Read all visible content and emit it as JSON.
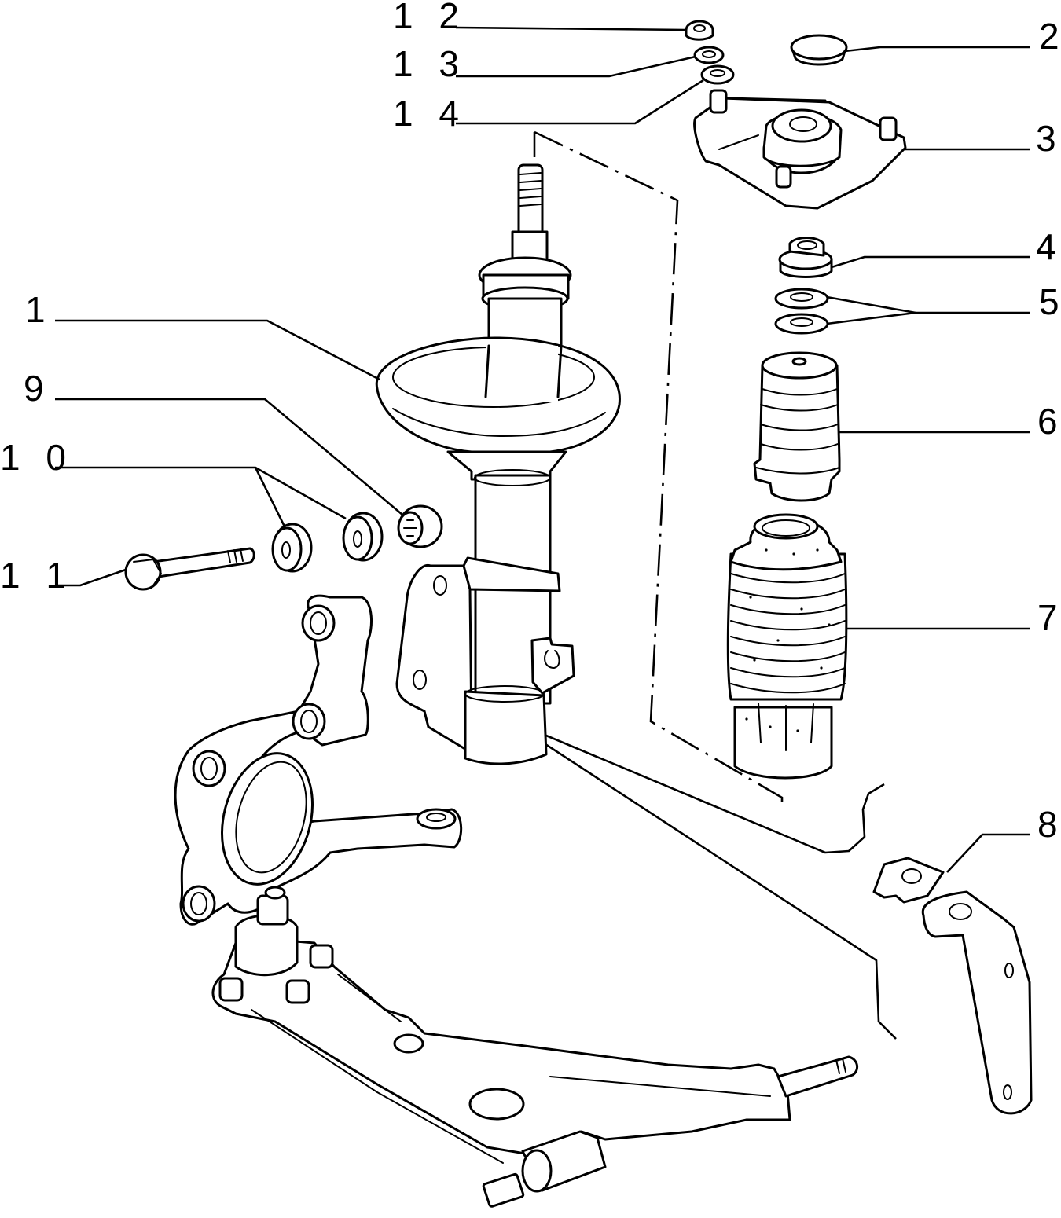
{
  "diagram": {
    "subject": "Front suspension strut assembly (exploded view)",
    "colors": {
      "line": "#000000",
      "background": "#ffffff"
    },
    "callouts": [
      {
        "id": "1",
        "label": "1",
        "part": "shock-absorber-strut"
      },
      {
        "id": "2",
        "label": "2",
        "part": "dust-cap"
      },
      {
        "id": "3",
        "label": "3",
        "part": "strut-top-mount"
      },
      {
        "id": "4",
        "label": "4",
        "part": "self-locking-nut"
      },
      {
        "id": "5",
        "label": "5",
        "part": "washers"
      },
      {
        "id": "6",
        "label": "6",
        "part": "bump-stop"
      },
      {
        "id": "7",
        "label": "7",
        "part": "protective-bellows"
      },
      {
        "id": "8",
        "label": "8",
        "part": "brake-hose-bracket"
      },
      {
        "id": "9",
        "label": "9",
        "part": "hex-nut"
      },
      {
        "id": "10",
        "label": "1 0",
        "part": "spacer-washers"
      },
      {
        "id": "11",
        "label": "1 1",
        "part": "bolt"
      },
      {
        "id": "12",
        "label": "1 2",
        "part": "top-nut"
      },
      {
        "id": "13",
        "label": "1 3",
        "part": "split-washer"
      },
      {
        "id": "14",
        "label": "1 4",
        "part": "flat-washer"
      }
    ]
  }
}
